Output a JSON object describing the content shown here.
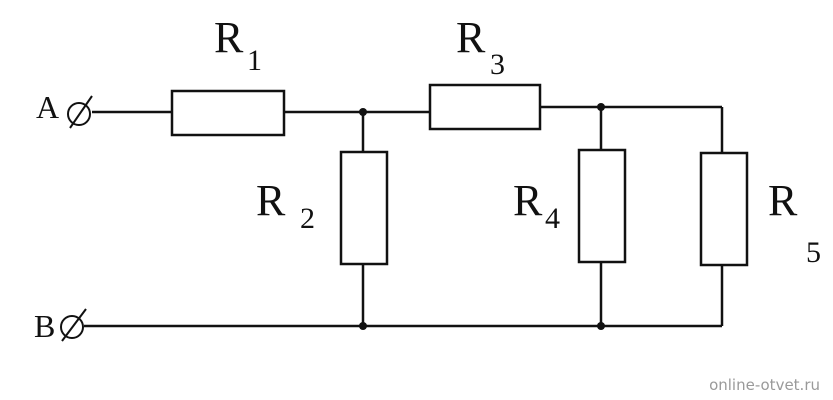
{
  "terminals": {
    "a": "A",
    "b": "B"
  },
  "resistors": {
    "r1": {
      "letter": "R",
      "index": "1"
    },
    "r2": {
      "letter": "R",
      "index": "2"
    },
    "r3": {
      "letter": "R",
      "index": "3"
    },
    "r4": {
      "letter": "R",
      "index": "4"
    },
    "r5": {
      "letter": "R",
      "index": "5"
    }
  },
  "watermark": "online-otvet.ru",
  "colors": {
    "ink": "#111111",
    "watermark": "#9a9a9a",
    "background": "#ffffff"
  }
}
